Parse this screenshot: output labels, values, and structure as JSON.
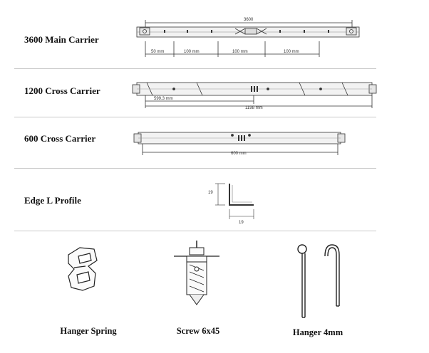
{
  "rows": [
    {
      "label": "3600 Main Carrier"
    },
    {
      "label": "1200 Cross Carrier"
    },
    {
      "label": "600 Cross Carrier"
    },
    {
      "label": "Edge L Profile"
    }
  ],
  "main_carrier": {
    "overall": "3600",
    "segments": [
      "50 mm",
      "100 mm",
      "100 mm",
      "100 mm"
    ]
  },
  "cross_1200": {
    "offset": "599.3 mm",
    "overall": "1198 mm"
  },
  "cross_600": {
    "overall": "600 mm"
  },
  "edge_profile": {
    "height": "19",
    "width": "19"
  },
  "accessories": [
    {
      "label": "Hanger Spring"
    },
    {
      "label": "Screw 6x45"
    },
    {
      "label": "Hanger 4mm"
    }
  ]
}
